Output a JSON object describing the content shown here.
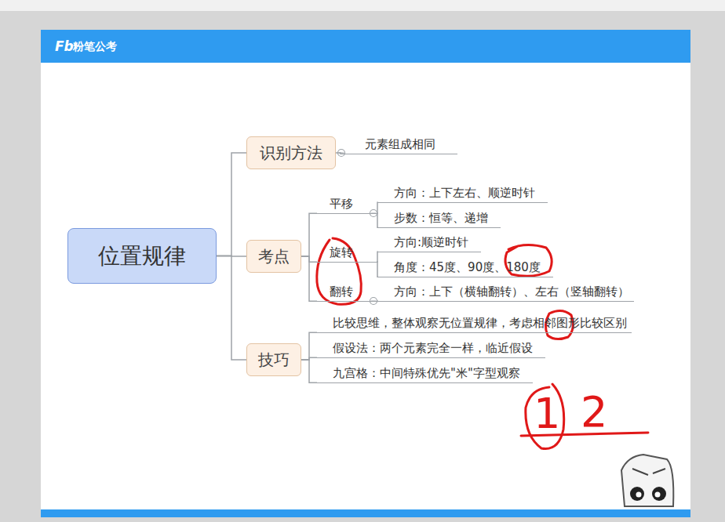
{
  "diagram": {
    "nodes": [
      {
        "text": [
          "位置规律"
        ]
      },
      {
        "text": [
          "识别方法"
        ]
      },
      {
        "text": [
          "元素组成相同"
        ]
      },
      {
        "text": [
          "考点"
        ]
      },
      {
        "text": [
          "平移"
        ]
      },
      {
        "text": [
          "方向：上下左右、顺逆时针"
        ]
      },
      {
        "text": [
          "步数：恒等、递增"
        ]
      },
      {
        "text": [
          "旋转"
        ]
      },
      {
        "text": [
          "方向:顺逆时针"
        ]
      },
      {
        "text": [
          "角度：45度、90度、180度"
        ]
      },
      {
        "text": [
          "翻转"
        ]
      },
      {
        "text": [
          "方向：上下（横轴翻转）、左右（竖轴翻转）"
        ]
      },
      {
        "text": [
          "技巧"
        ]
      },
      {
        "text": [
          "比较思维，整体观察无位置规律，考虑相邻图形比较区别"
        ]
      },
      {
        "text": [
          "假设法：两个元素完全一样，临近假设"
        ]
      },
      {
        "text": [
          "九宫格：中间特殊优先\"米\"字型观察"
        ]
      }
    ],
    "edges": [
      {
        "from": 0,
        "to": 1,
        "arrow": "none"
      },
      {
        "from": 0,
        "to": 3,
        "arrow": "none"
      },
      {
        "from": 0,
        "to": 12,
        "arrow": "none"
      },
      {
        "from": 1,
        "to": 2,
        "arrow": "none"
      },
      {
        "from": 3,
        "to": 4,
        "arrow": "none"
      },
      {
        "from": 3,
        "to": 7,
        "arrow": "none"
      },
      {
        "from": 3,
        "to": 10,
        "arrow": "none"
      },
      {
        "from": 4,
        "to": 5,
        "arrow": "none"
      },
      {
        "from": 4,
        "to": 6,
        "arrow": "none"
      },
      {
        "from": 7,
        "to": 8,
        "arrow": "none"
      },
      {
        "from": 7,
        "to": 9,
        "arrow": "none"
      },
      {
        "from": 10,
        "to": 11,
        "arrow": "none"
      },
      {
        "from": 12,
        "to": 13,
        "arrow": "none"
      },
      {
        "from": 12,
        "to": 14,
        "arrow": "none"
      },
      {
        "from": 12,
        "to": 15,
        "arrow": "none"
      }
    ],
    "labels": [
      "Fb",
      "粉笔公考",
      "1",
      "2"
    ]
  }
}
